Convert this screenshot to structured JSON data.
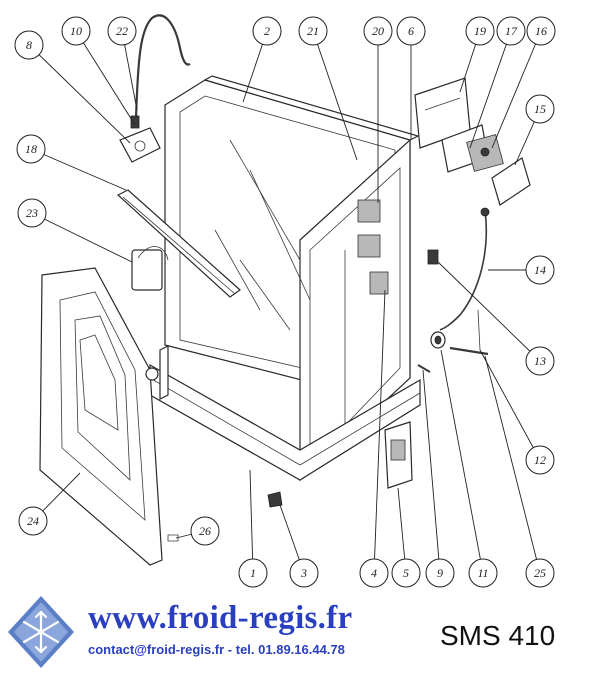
{
  "diagram": {
    "callouts": [
      "1",
      "2",
      "3",
      "4",
      "5",
      "6",
      "8",
      "9",
      "10",
      "11",
      "12",
      "13",
      "14",
      "15",
      "16",
      "17",
      "18",
      "19",
      "20",
      "21",
      "22",
      "23",
      "24",
      "25",
      "26"
    ]
  },
  "footer": {
    "site_url": "www.froid-regis.fr",
    "contact": "contact@froid-regis.fr - tel. 01.89.16.44.78",
    "model": "SMS 410"
  },
  "colors": {
    "brand_blue": "#2a3fbf",
    "logo_blue": "#5b7fc6"
  }
}
